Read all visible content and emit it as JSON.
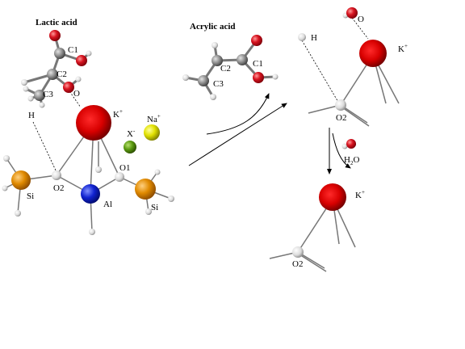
{
  "lactic": {
    "title": "Lactic acid",
    "c1": "C1",
    "c2": "C2",
    "c3": "C3",
    "o": "O",
    "h": "H"
  },
  "acrylic": {
    "title": "Acrylic acid",
    "c1": "C1",
    "c2": "C2",
    "c3": "C3"
  },
  "zeolite": {
    "k": "K",
    "k_charge": "+",
    "na": "Na",
    "na_charge": "+",
    "x": "X",
    "x_charge": "-",
    "o1": "O1",
    "o2": "O2",
    "al": "Al",
    "si_left": "Si",
    "si_right": "Si"
  },
  "product_top": {
    "h": "H",
    "o": "O",
    "k": "K",
    "k_charge": "+",
    "o2": "O2"
  },
  "water": {
    "h": "H",
    "two": "2",
    "o": "O"
  },
  "product_bottom": {
    "k": "K",
    "k_charge": "+",
    "o2": "O2"
  },
  "colors": {
    "oxygen": "#d0101a",
    "carbon": "#8c8c8c",
    "hydrogen": "#e8e8e8",
    "potassium": "#cc0000",
    "silicon": "#e08a00",
    "aluminum": "#1022d0",
    "sodium": "#e0e000",
    "halide": "#5a9a10"
  }
}
